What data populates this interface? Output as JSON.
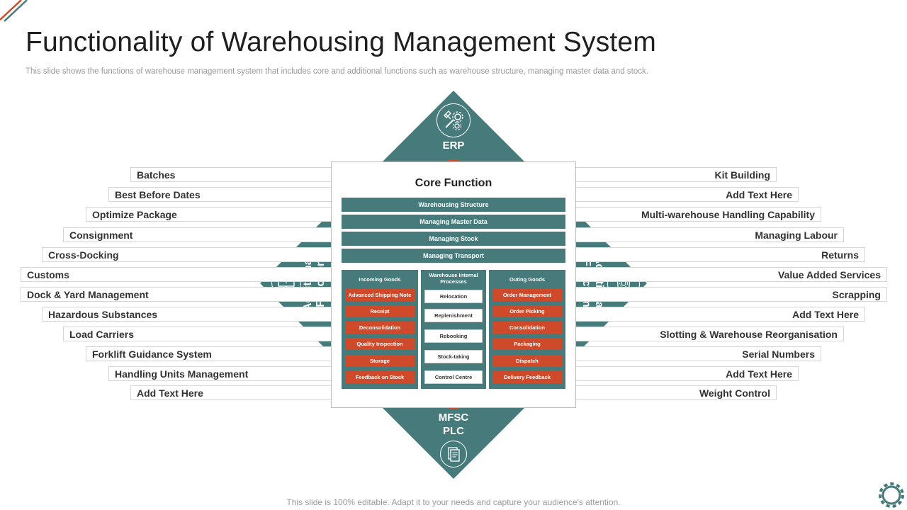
{
  "header": {
    "title": "Functionality of Warehousing Management System",
    "subtitle": "This slide shows the functions of warehouse management system that includes core and additional functions such as warehouse structure, managing master data and stock."
  },
  "footer": {
    "text": "This slide is 100% editable. Adapt it to your needs and capture your audience's attention."
  },
  "colors": {
    "teal": "#477b7b",
    "accent_red": "#cf4a2a"
  },
  "nodes": {
    "top": {
      "label": "ERP",
      "icon": "tools-gear-icon"
    },
    "bottom": {
      "label_line1": "MFSC",
      "label_line2": "PLC",
      "icon": "document-icon"
    },
    "left": {
      "label_line1": "Additional",
      "label_line2": "Function",
      "icon": "monitor-icon"
    },
    "right": {
      "label_line1": "Additional",
      "label_line2": "Function",
      "icon": "brain-gear-icon"
    }
  },
  "left_items": [
    "Batches",
    "Best Before Dates",
    "Optimize Package",
    "Consignment",
    "Cross-Docking",
    "Customs",
    "Dock & Yard Management",
    "Hazardous Substances",
    "Load Carriers",
    "Forklift Guidance System",
    "Handling Units Management",
    "Add Text Here"
  ],
  "right_items": [
    "Kit Building",
    "Add Text Here",
    "Multi-warehouse Handling Capability",
    "Managing Labour",
    "Returns",
    "Value Added Services",
    "Scrapping",
    "Add Text Here",
    "Slotting & Warehouse Reorganisation",
    "Serial Numbers",
    "Add Text Here",
    "Weight Control"
  ],
  "core": {
    "title": "Core Function",
    "bars": [
      "Warehousing Structure",
      "Managing Master Data",
      "Managing Stock",
      "Managing Transport"
    ],
    "columns": [
      {
        "heading": "Incoming Goods",
        "items": [
          "Advanced Shipping Note",
          "Receipt",
          "Deconsolidation",
          "Quality Inspection",
          "Storage",
          "Feedback on Stock"
        ]
      },
      {
        "heading": "Warehouse Internal Processes",
        "items": [
          "Relocation",
          "Replenishment",
          "Rebooking",
          "Stock-taking",
          "Control Centre"
        ]
      },
      {
        "heading": "Outing Goods",
        "items": [
          "Order Management",
          "Order Picking",
          "Consolidation",
          "Packaging",
          "Dispatch",
          "Delivery Feedback"
        ]
      }
    ]
  }
}
